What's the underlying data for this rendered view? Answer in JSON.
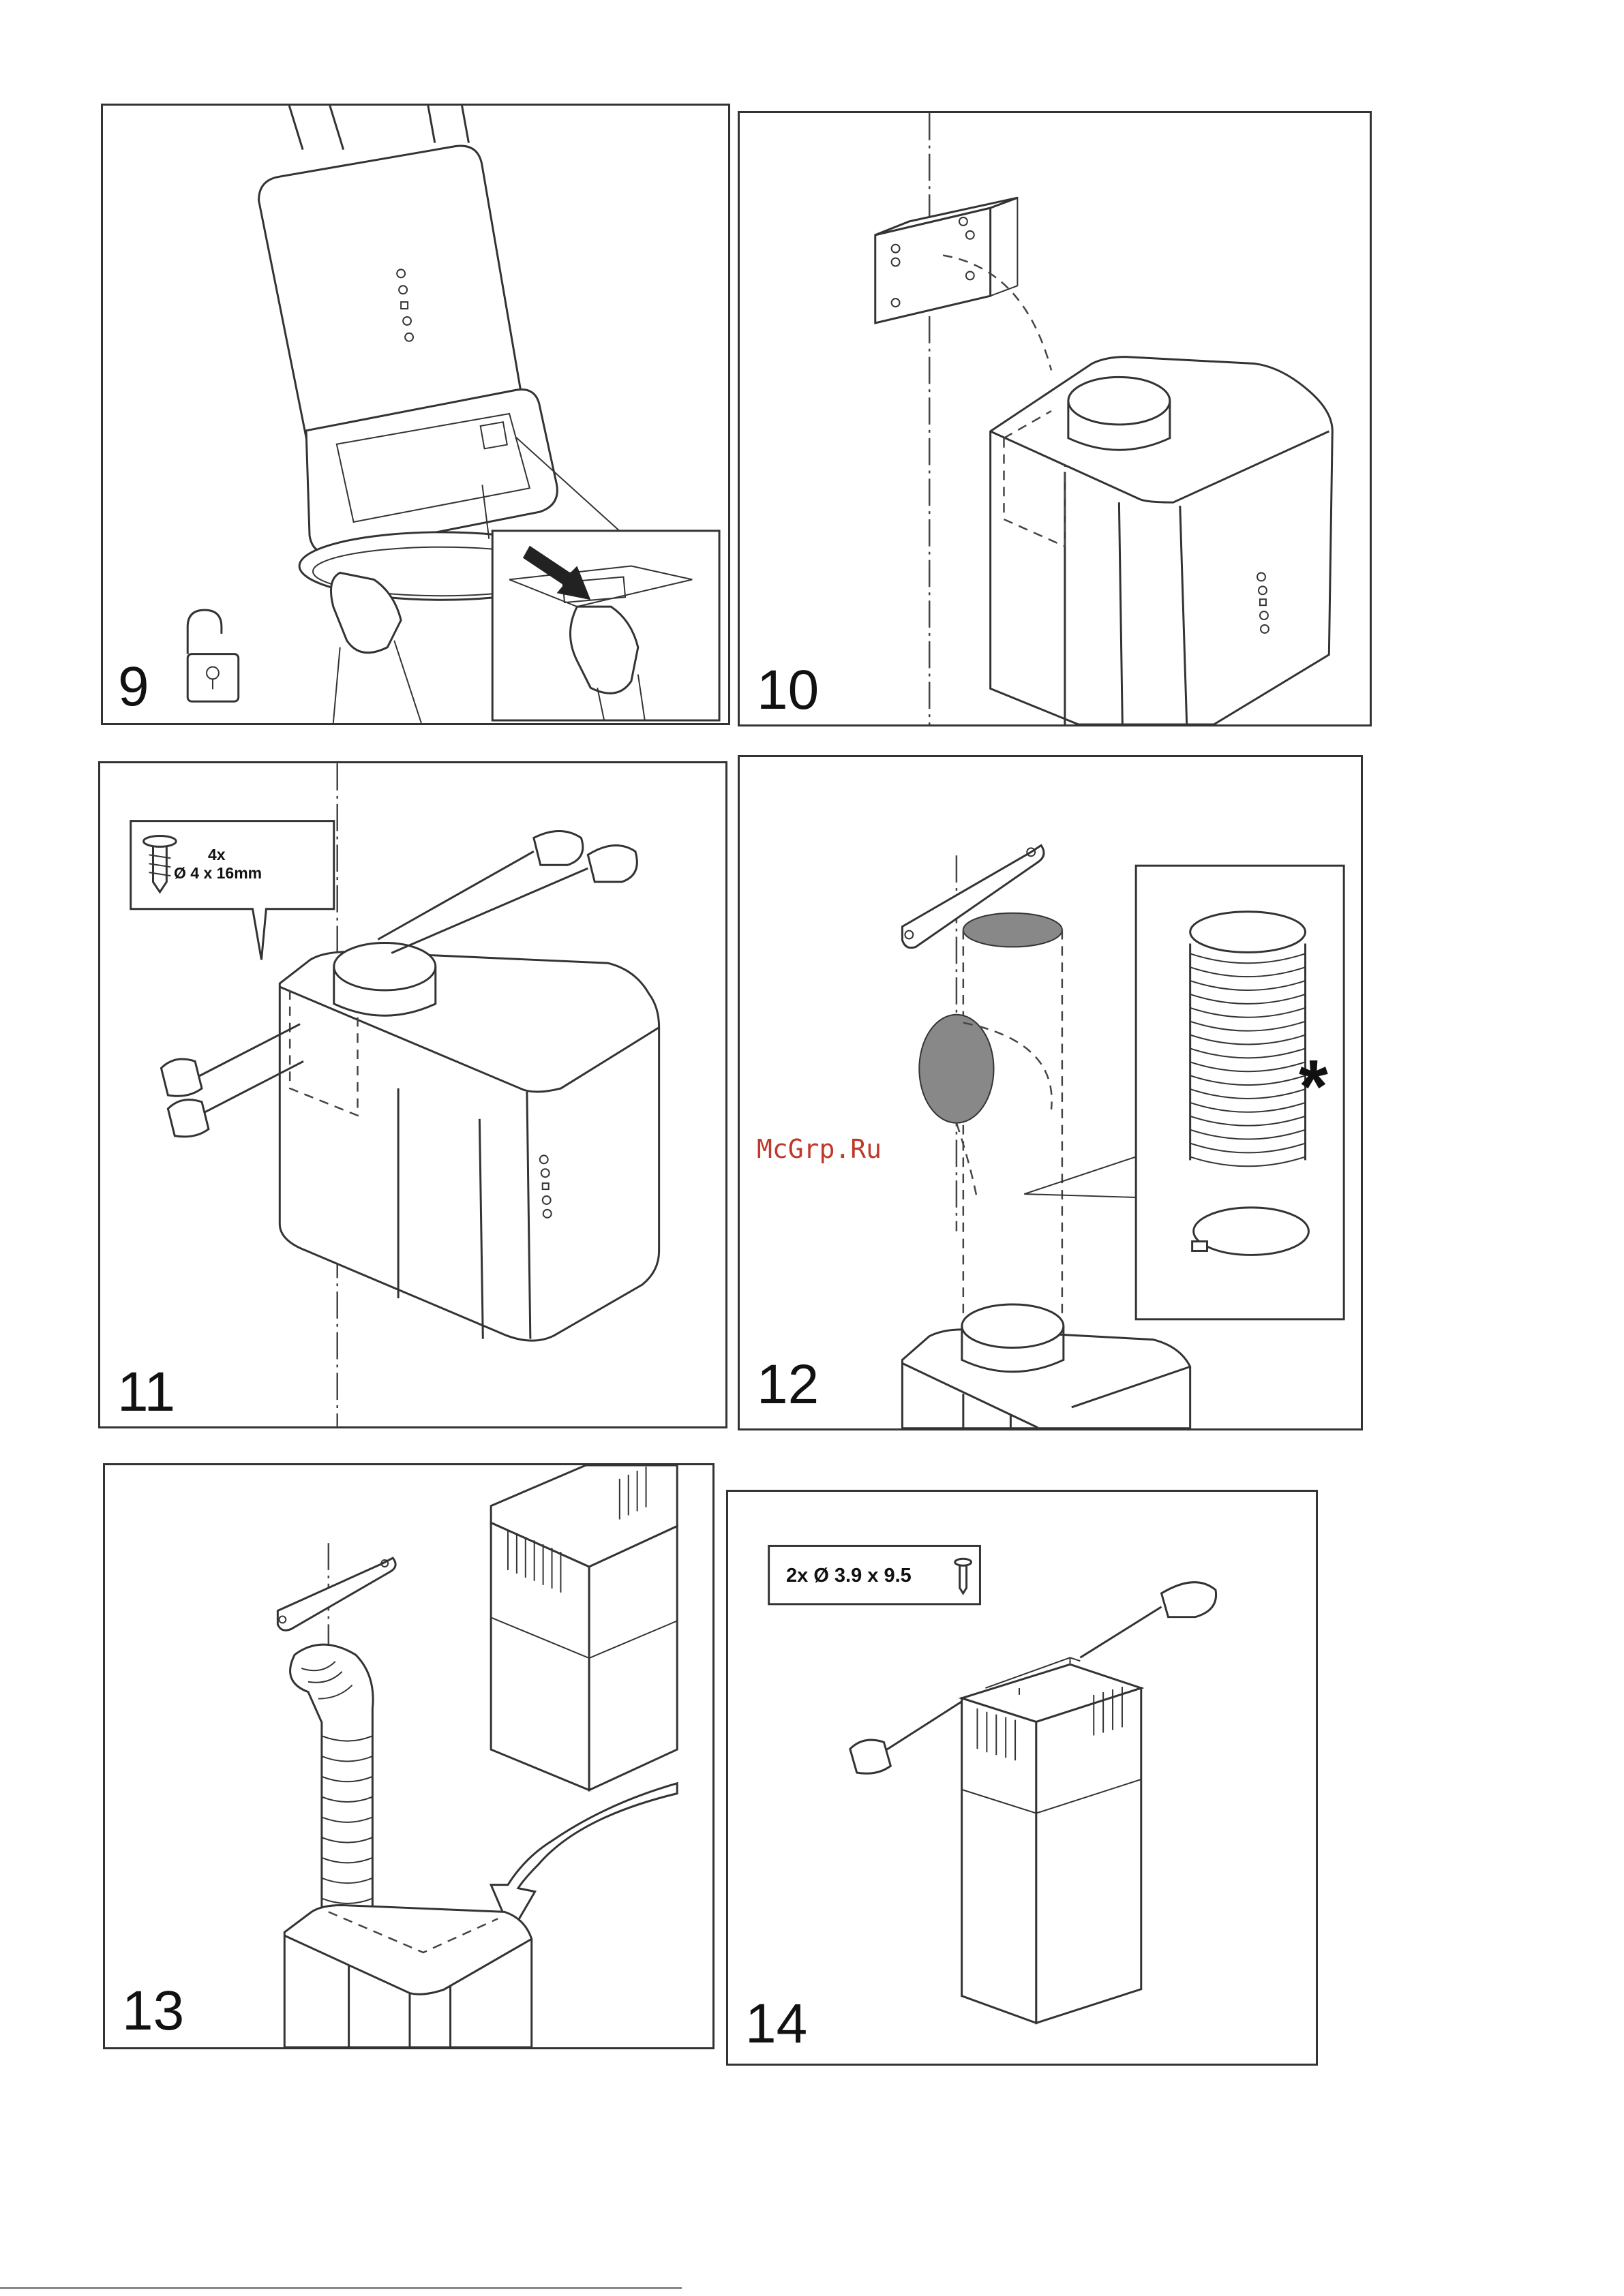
{
  "steps": [
    {
      "number": "9"
    },
    {
      "number": "10"
    },
    {
      "number": "11",
      "screw_qty": "4x",
      "screw_size": "Ø 4 x 16mm"
    },
    {
      "number": "12",
      "symbol": "*"
    },
    {
      "number": "13"
    },
    {
      "number": "14",
      "screw_spec": "2x Ø 3.9 x 9.5"
    }
  ],
  "watermark": "McGrp.Ru",
  "icons": {
    "step9": [
      "unlock-icon",
      "hand-icon",
      "arrow-icon"
    ],
    "step11": [
      "screw-icon",
      "screwdriver-icon"
    ],
    "step12": [
      "bracket-icon",
      "flexible-duct-icon",
      "hose-clamp-icon"
    ],
    "step13": [
      "flexible-duct-icon",
      "chimney-cover-icon"
    ],
    "step14": [
      "screw-icon",
      "screwdriver-icon"
    ]
  }
}
